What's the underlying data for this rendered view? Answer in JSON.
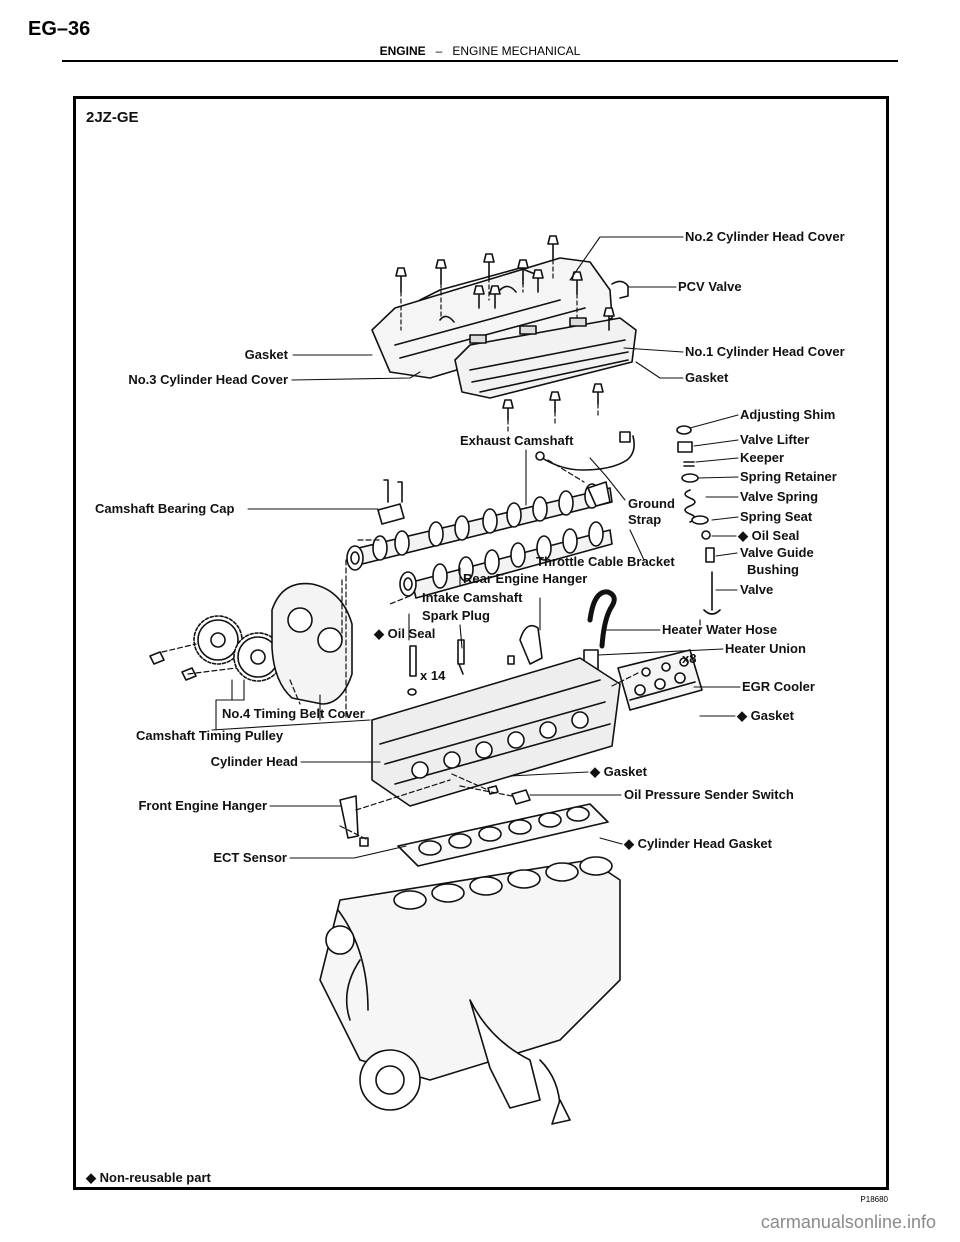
{
  "page": {
    "number": "EG–36",
    "section": "ENGINE",
    "separator": "–",
    "subsection": "ENGINE MECHANICAL",
    "figure_code": "P18680",
    "watermark": "carmanualsonline.info"
  },
  "diagram": {
    "title": "2JZ-GE",
    "footnote": "◆ Non-reusable part",
    "labels": {
      "no2_cyl_head_cover": "No.2 Cylinder Head Cover",
      "pcv_valve": "PCV Valve",
      "gasket_top_left": "Gasket",
      "no1_cyl_head_cover": "No.1 Cylinder Head Cover",
      "no3_cyl_head_cover": "No.3 Cylinder Head Cover",
      "gasket_top_right": "Gasket",
      "adjusting_shim": "Adjusting Shim",
      "exhaust_camshaft": "Exhaust Camshaft",
      "valve_lifter": "Valve Lifter",
      "keeper": "Keeper",
      "spring_retainer": "Spring Retainer",
      "ground": "Ground",
      "strap": "Strap",
      "valve_spring": "Valve Spring",
      "camshaft_bearing_cap": "Camshaft Bearing Cap",
      "spring_seat": "Spring Seat",
      "oil_seal_right": "◆ Oil Seal",
      "throttle_cable_bracket": "Throttle Cable Bracket",
      "valve_guide": "Valve Guide",
      "bushing": "Bushing",
      "rear_engine_hanger": "Rear Engine Hanger",
      "valve": "Valve",
      "intake_camshaft": "Intake Camshaft",
      "spark_plug": "Spark Plug",
      "oil_seal_left": "◆ Oil Seal",
      "heater_water_hose": "Heater Water Hose",
      "heater_union": "Heater Union",
      "x8": "x8",
      "x14": "x 14",
      "egr_cooler": "EGR Cooler",
      "gasket_egr": "◆ Gasket",
      "no4_timing_belt_cover": "No.4 Timing Belt Cover",
      "camshaft_timing_pulley": "Camshaft Timing Pulley",
      "cylinder_head": "Cylinder Head",
      "gasket_head": "◆ Gasket",
      "front_engine_hanger": "Front Engine Hanger",
      "oil_pressure_sender_switch": "Oil Pressure Sender Switch",
      "ect_sensor": "ECT Sensor",
      "cylinder_head_gasket": "◆ Cylinder Head Gasket"
    }
  }
}
